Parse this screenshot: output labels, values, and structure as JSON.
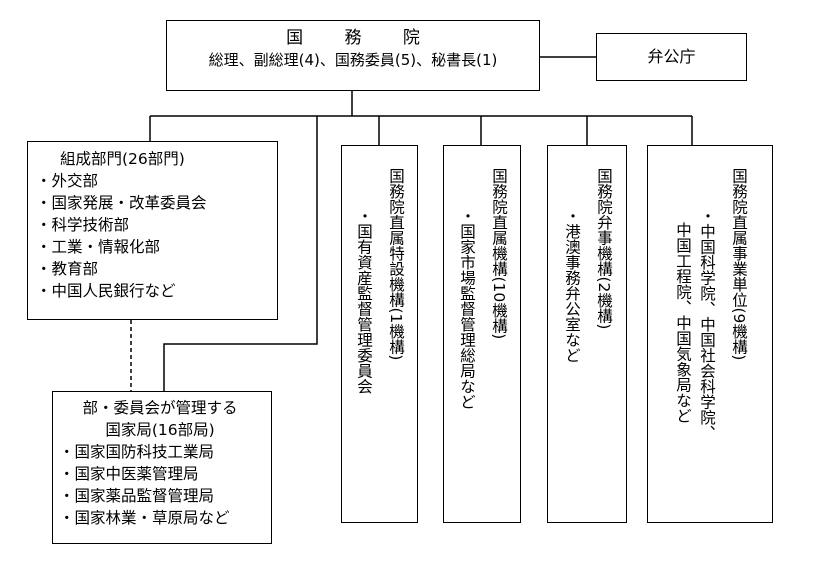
{
  "state_council": {
    "name": "国 務 院",
    "members": "総理、副総理(4)、国務委員(5)、秘書長(1)"
  },
  "general_office": "弁公庁",
  "component_departments": {
    "title": "組成部門(26部門)",
    "items": [
      "・外交部",
      "・国家発展・改革委員会",
      "・科学技術部",
      "・工業・情報化部",
      "・教育部",
      "・中国人民銀行など"
    ]
  },
  "ministry_bureaus": {
    "title_line1": "部・委員会が管理する",
    "title_line2": "国家局(16部局)",
    "items": [
      "・国家国防科技工業局",
      "・国家中医薬管理局",
      "・国家薬品監督管理局",
      "・国家林業・草原局など"
    ]
  },
  "special_agency": {
    "title": "国務院直属特設機構(1機構)",
    "item": "・国有資産監督管理委員会"
  },
  "direct_agencies": {
    "title": "国務院直属機構(10機構)",
    "item": "・国家市場監督管理総局など"
  },
  "working_offices": {
    "title": "国務院弁事機構(2機構)",
    "item": "・港澳事務弁公室など"
  },
  "public_institutions": {
    "title": "国務院直属事業単位(9機構)",
    "item_line1": "・中国科学院、中国社会科学院、",
    "item_line2": "中国工程院、中国気象局など"
  }
}
